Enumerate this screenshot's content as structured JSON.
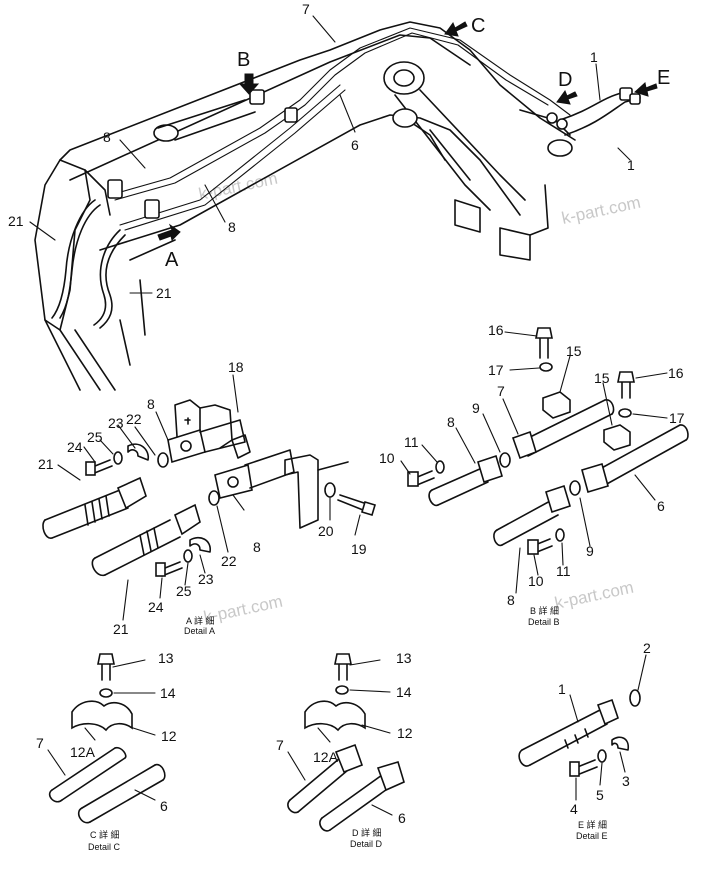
{
  "watermarks": [
    "k-part.com",
    "k-part.com",
    "k-part.com",
    "k-part.com"
  ],
  "arrow_labels": {
    "a": "A",
    "b": "B",
    "c": "C",
    "d": "D",
    "e": "E"
  },
  "detail_captions": {
    "a": {
      "kanji": "A 詳 細",
      "label": "Detail A"
    },
    "b": {
      "kanji": "B 詳 細",
      "label": "Detail B"
    },
    "c": {
      "kanji": "C 詳 細",
      "label": "Detail C"
    },
    "d": {
      "kanji": "D 詳 細",
      "label": "Detail D"
    },
    "e": {
      "kanji": "E 詳 細",
      "label": "Detail E"
    }
  },
  "part_numbers": {
    "main": [
      "7",
      "1",
      "1",
      "8",
      "6",
      "8",
      "21",
      "21"
    ],
    "detail_a": [
      "18",
      "8",
      "22",
      "23",
      "24",
      "25",
      "21",
      "8",
      "20",
      "19",
      "22",
      "23",
      "24",
      "25",
      "21"
    ],
    "detail_b": [
      "16",
      "17",
      "15",
      "15",
      "16",
      "17",
      "7",
      "9",
      "8",
      "11",
      "10",
      "6",
      "9",
      "11",
      "10",
      "8"
    ],
    "detail_c": [
      "13",
      "14",
      "12",
      "12A",
      "7",
      "6"
    ],
    "detail_d": [
      "13",
      "14",
      "12",
      "12A",
      "7",
      "6"
    ],
    "detail_e": [
      "2",
      "1",
      "3",
      "5",
      "4"
    ]
  }
}
